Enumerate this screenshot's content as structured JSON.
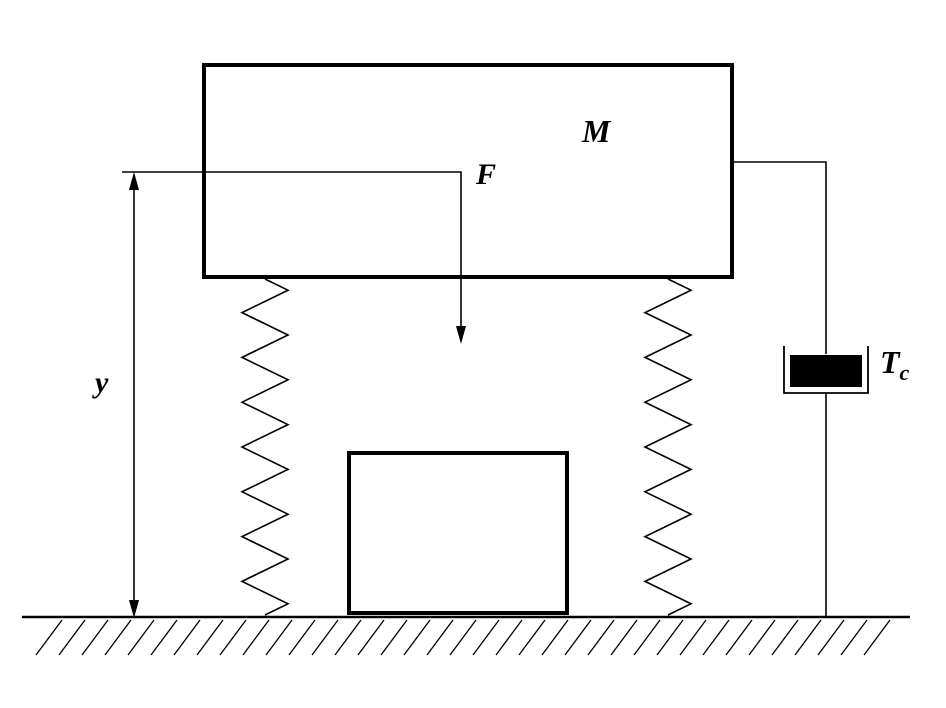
{
  "labels": {
    "mass": "M",
    "force": "F",
    "displacement": "y",
    "friction_symbol": "T",
    "friction_subscript": "c"
  },
  "colors": {
    "ink": "#000000",
    "paper": "#ffffff"
  }
}
